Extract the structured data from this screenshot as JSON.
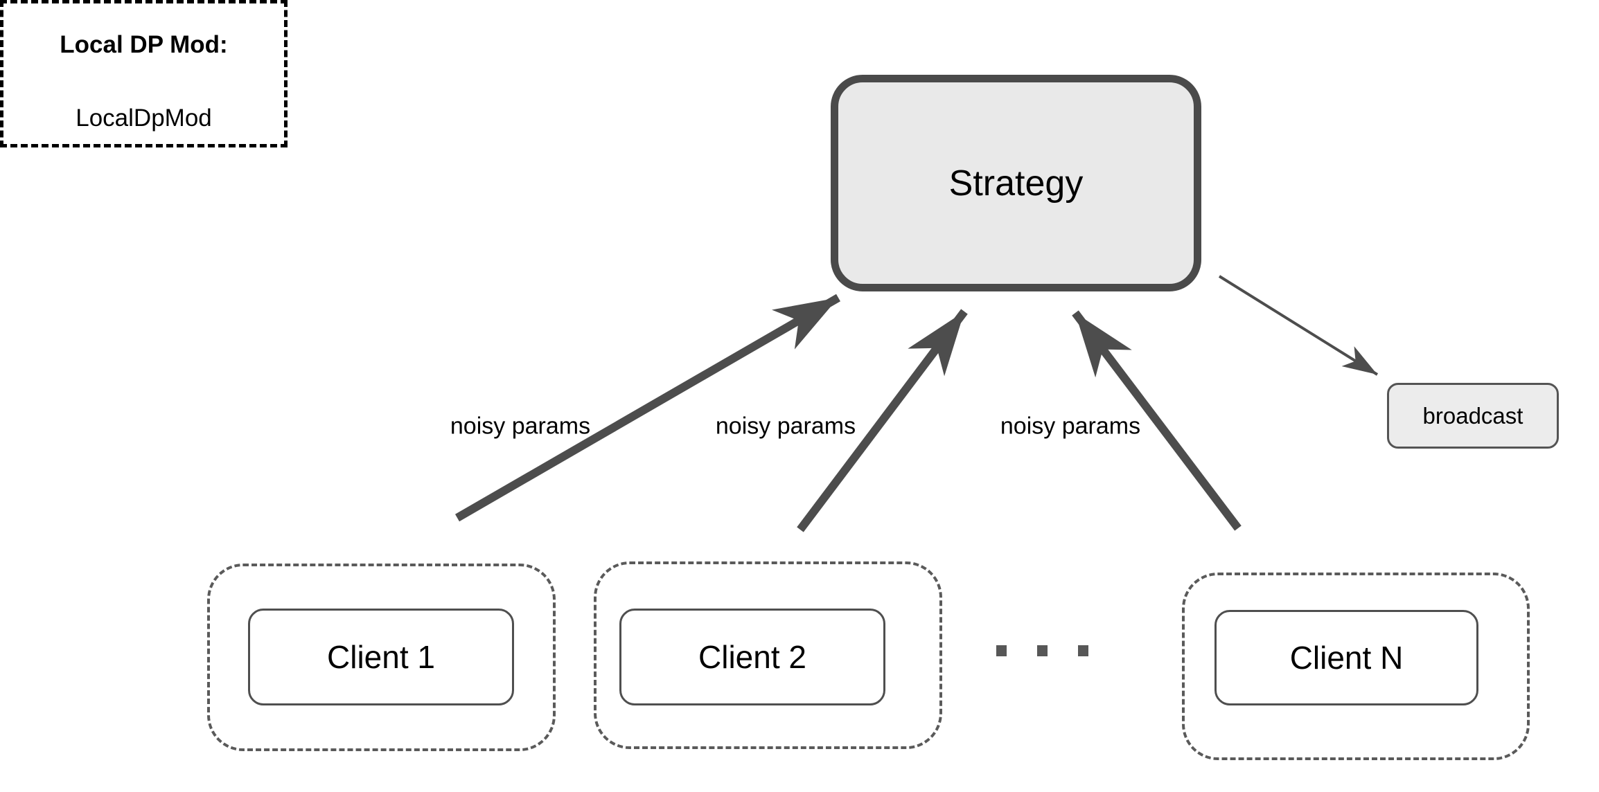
{
  "diagram": {
    "strategy": {
      "label": "Strategy"
    },
    "broadcast": {
      "label": "broadcast"
    },
    "local_dp_note": {
      "heading": "Local DP Mod:",
      "value": "LocalDpMod"
    },
    "clients": [
      {
        "label": "Client 1"
      },
      {
        "label": "Client 2"
      },
      {
        "label": "Client N"
      }
    ],
    "arrows": [
      {
        "label": "noisy params",
        "from": "Client 1",
        "to": "Strategy",
        "style": "thick"
      },
      {
        "label": "noisy params",
        "from": "Client 2",
        "to": "Strategy",
        "style": "thick"
      },
      {
        "label": "noisy params",
        "from": "Client N",
        "to": "Strategy",
        "style": "thick"
      },
      {
        "label": "",
        "from": "Strategy",
        "to": "broadcast",
        "style": "thin"
      }
    ],
    "ellipsis": "...",
    "colors": {
      "background": "#ffffff",
      "node_fill": "#e9e9e9",
      "strategy_border": "#4a4a4a",
      "client_border": "#4f4f4f",
      "dashed_group_border": "#5a5a5a",
      "note_border": "#000000",
      "arrow": "#4d4d4d",
      "text": "#000000"
    }
  }
}
